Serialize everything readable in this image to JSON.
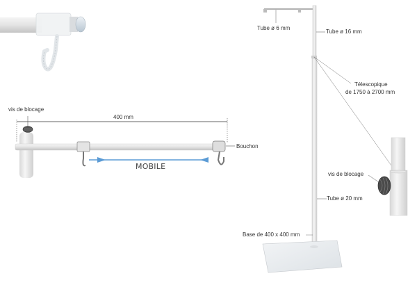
{
  "diagram": {
    "detail_top_left": {
      "description": "close-up of rod end cap with sliding hook"
    },
    "arm_detail": {
      "locking_screw_label": "vis de blocage",
      "length_label": "400 mm",
      "end_cap_label": "Bouchon",
      "mobile_label": "MOBILE",
      "arrow_color": "#5b9bd5"
    },
    "stand": {
      "top_tube_label": "Tube ø 6 mm",
      "upper_tube_label": "Tube ø 16 mm",
      "telescopic_label_line1": "Télescopique",
      "telescopic_label_line2": "de 1750 à 2700 mm",
      "locking_screw_label": "vis de blocage",
      "lower_tube_label": "Tube ø 20 mm",
      "base_label": "Base de 400 x 400 mm"
    }
  }
}
